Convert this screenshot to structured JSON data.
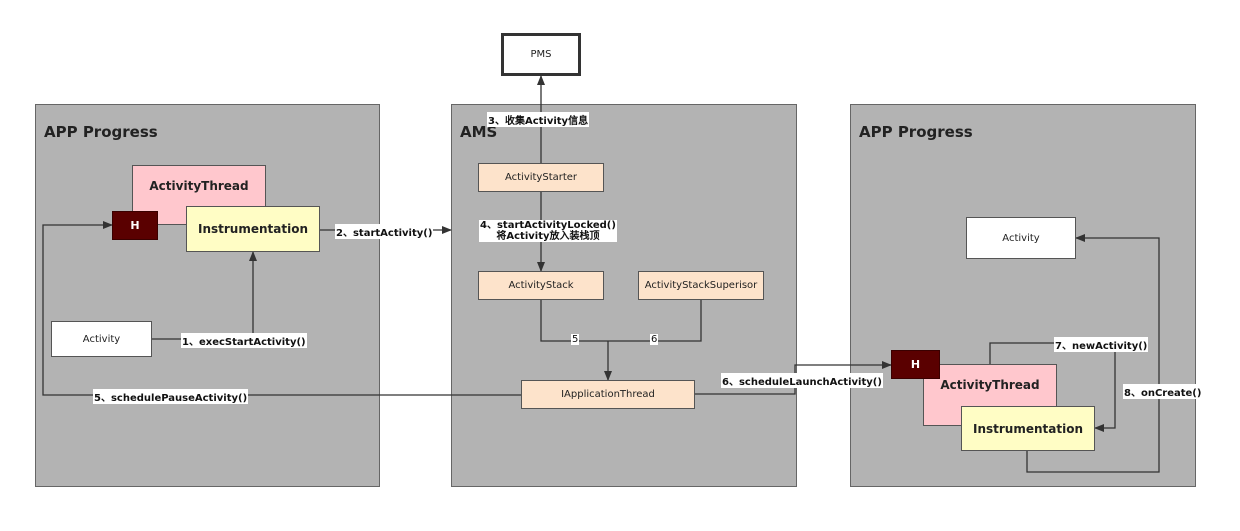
{
  "panels": {
    "left_title": "APP Progress",
    "ams_title": "AMS",
    "right_title": "APP Progress"
  },
  "nodes": {
    "pms": "PMS",
    "left_activity_thread": "ActivityThread",
    "left_h": "H",
    "left_instrumentation": "Instrumentation",
    "left_activity": "Activity",
    "activity_starter": "ActivityStarter",
    "activity_stack": "ActivityStack",
    "activity_stack_supervisor": "ActivityStackSuperisor",
    "iapplication_thread": "IApplicationThread",
    "right_activity": "Activity",
    "right_h": "H",
    "right_activity_thread": "ActivityThread",
    "right_instrumentation": "Instrumentation"
  },
  "labels": {
    "step1": "1、execStartActivity()",
    "step2": "2、startActivity()",
    "step3": "3、收集Activity信息",
    "step4_line1": "4、startActivityLocked()",
    "step4_line2": "将Activity放入装栈顶",
    "step5_num": "5",
    "step6_num": "6",
    "step5": "5、schedulePauseActivity()",
    "step6": "6、scheduleLaunchActivity()",
    "step7": "7、newActivity()",
    "step8": "8、onCreate()"
  }
}
